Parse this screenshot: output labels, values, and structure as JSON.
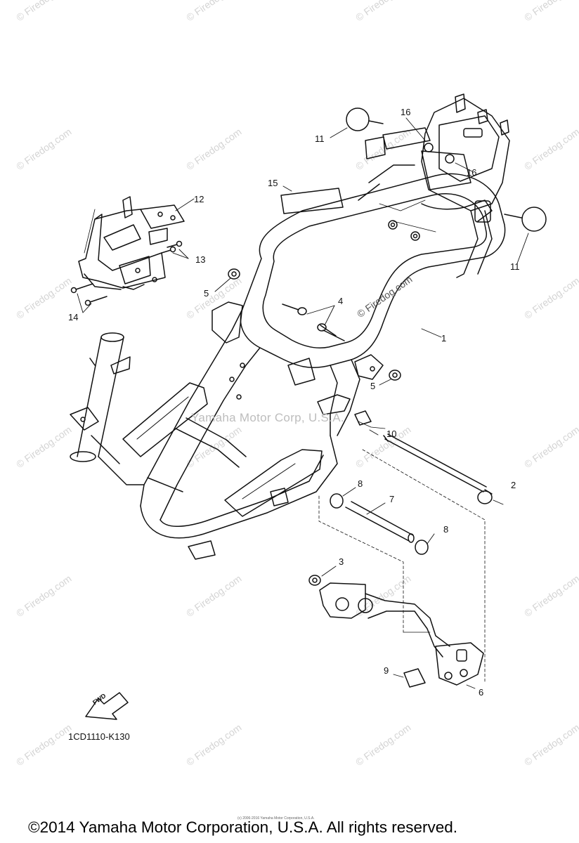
{
  "diagram": {
    "part_labels": {
      "l1": "1",
      "l2": "2",
      "l3": "3",
      "l4": "4",
      "l5a": "5",
      "l5b": "5",
      "l6": "6",
      "l7": "7",
      "l8a": "8",
      "l8b": "8",
      "l9": "9",
      "l10": "10",
      "l11a": "11",
      "l11b": "11",
      "l12": "12",
      "l13": "13",
      "l14": "14",
      "l15": "15",
      "l16a": "16",
      "l16b": "16"
    },
    "fwd_label": "FWD",
    "diagram_code": "1CD1110-K130",
    "center_watermark": "Yamaha Motor Corp, U.S.A.",
    "firedog_label": "© Firedog.com",
    "background_watermark": "© Firedog.com",
    "tiny_notice": "(c) 2006-2016 Yamaha Motor Corporation, U.S.A.",
    "copyright": "©2014 Yamaha Motor Corporation, U.S.A. All rights reserved."
  }
}
